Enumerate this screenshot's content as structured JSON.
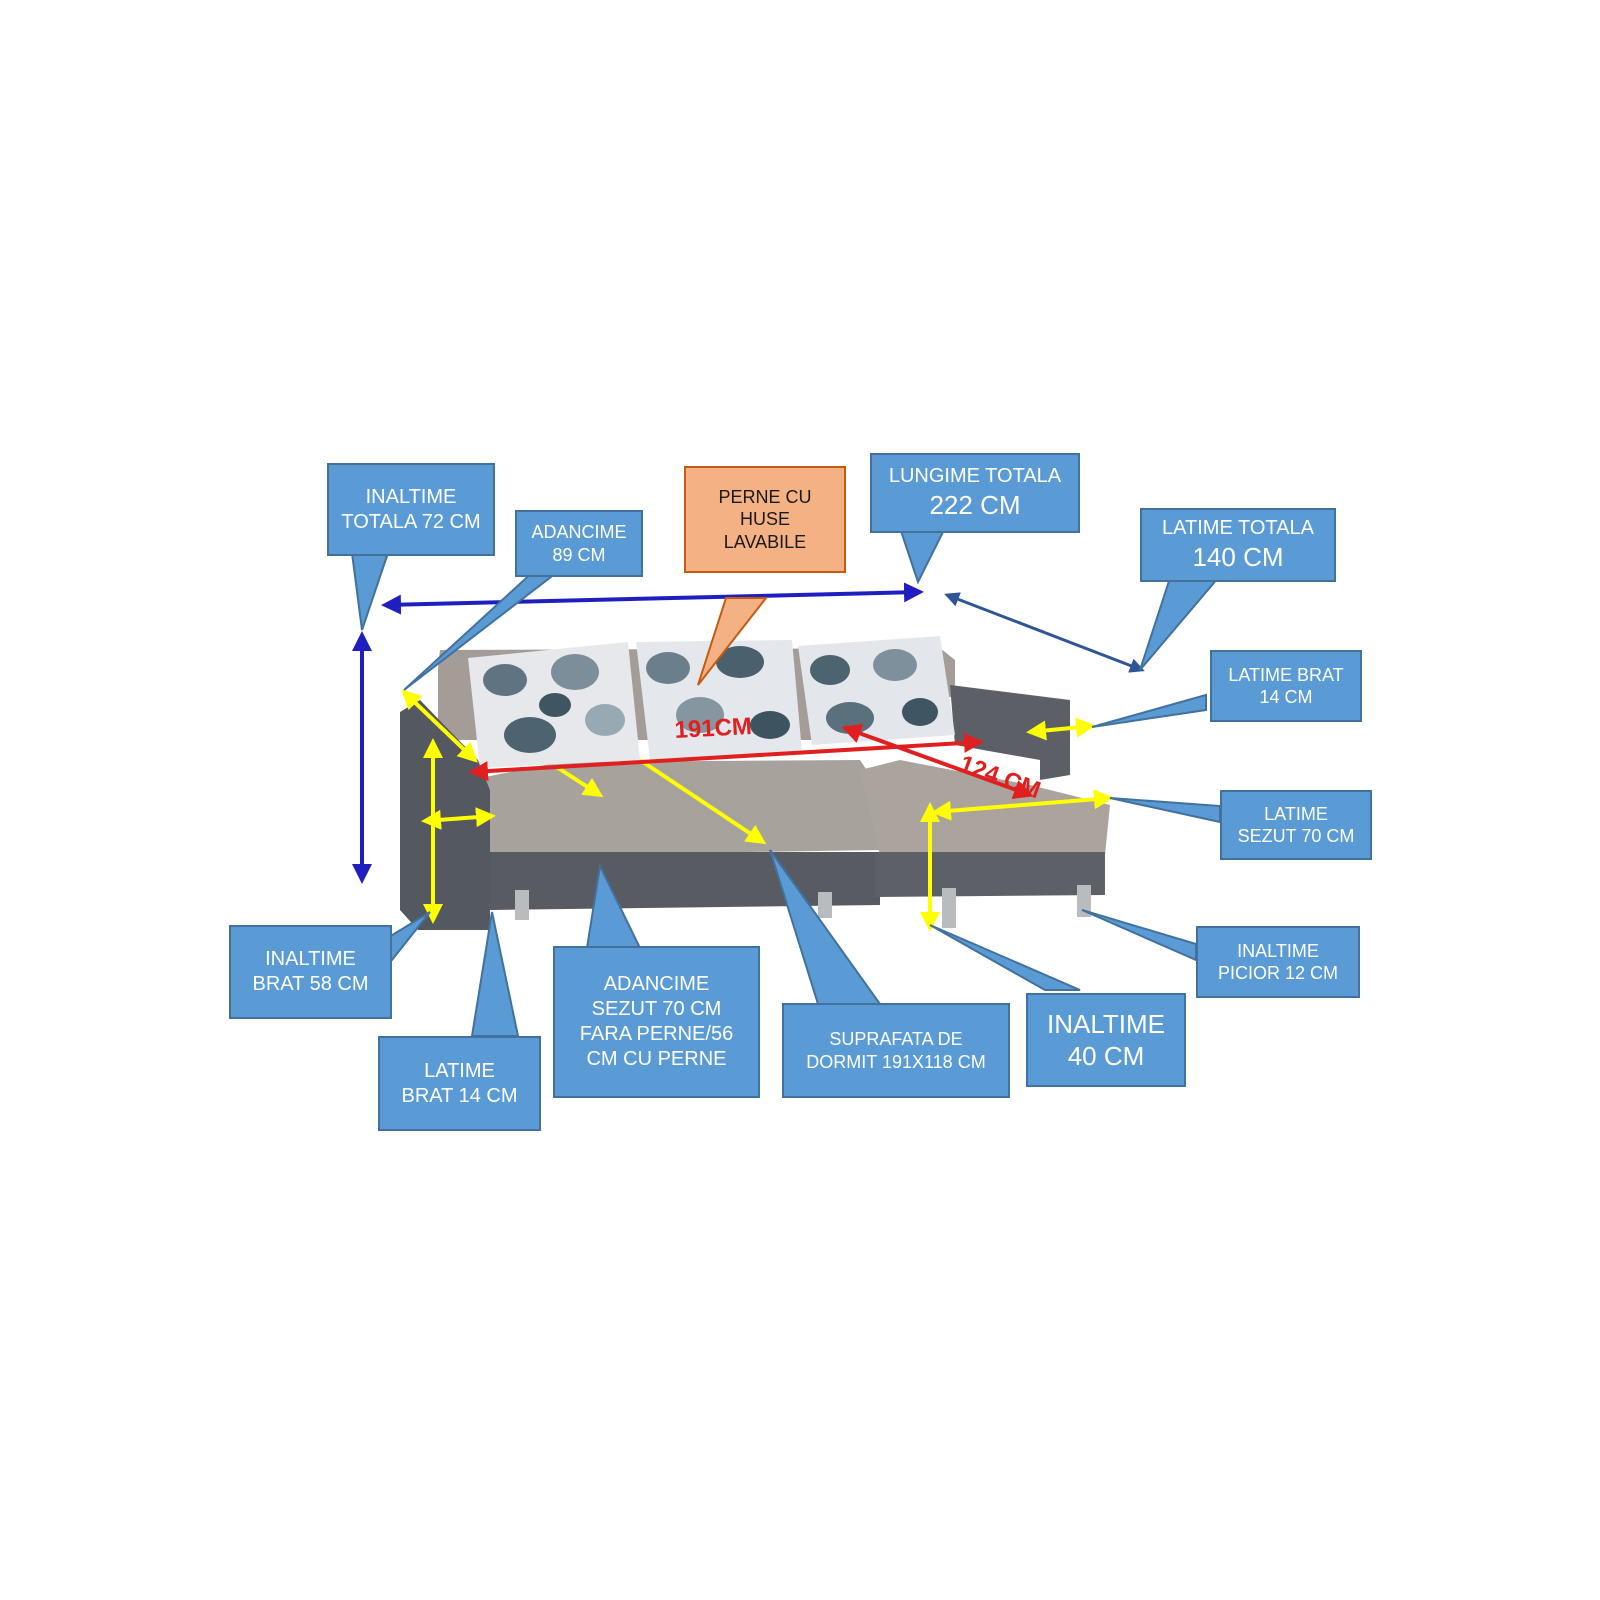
{
  "callouts": {
    "inaltime_totala": [
      "INALTIME",
      "TOTALA 72 CM"
    ],
    "adancime": [
      "ADANCIME",
      "89 CM"
    ],
    "perne": [
      "PERNE CU",
      "HUSE",
      "LAVABILE"
    ],
    "lungime_totala": [
      "LUNGIME TOTALA",
      "222 CM"
    ],
    "latime_totala": [
      "LATIME TOTALA",
      "140 CM"
    ],
    "latime_brat_right": [
      "LATIME BRAT",
      "14 CM"
    ],
    "latime_sezut": [
      "LATIME",
      "SEZUT 70 CM"
    ],
    "inaltime_picior": [
      "INALTIME",
      "PICIOR 12 CM"
    ],
    "inaltime_40": [
      "INALTIME",
      "40 CM"
    ],
    "suprafata": [
      "SUPRAFATA DE",
      "DORMIT 191X118 CM"
    ],
    "adancime_sezut": [
      "ADANCIME",
      "SEZUT 70 CM",
      "FARA PERNE/56",
      "CM CU PERNE"
    ],
    "latime_brat_left": [
      "LATIME",
      "BRAT 14 CM"
    ],
    "inaltime_brat": [
      "INALTIME",
      "BRAT 58 CM"
    ]
  },
  "measurements": {
    "sleeping_length": "191CM",
    "chaise_depth": "124 CM"
  },
  "colors": {
    "callout_fill": "#5b9bd5",
    "callout_border": "#41719c",
    "highlight_fill": "#f4b183",
    "overall_arrows": "#1f1fbf",
    "width_arrow": "#2f5597",
    "detail_arrows": "#ffff00",
    "sleeping_arrows": "#e02020"
  }
}
